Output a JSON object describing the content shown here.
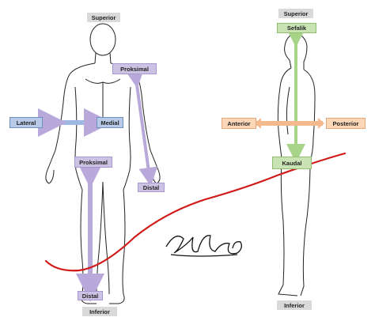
{
  "figure": {
    "front_view": {
      "superior": "Superior",
      "inferior": "Inferior",
      "proksimal_arm": "Proksimal",
      "distal_arm": "Distal",
      "lateral": "Lateral",
      "medial": "Medial",
      "proksimal_leg": "Proksimal",
      "distal_leg": "Distal"
    },
    "side_view": {
      "superior": "Superior",
      "sefalik": "Sefalik",
      "anterior": "Anterior",
      "posterior": "Posterior",
      "kaudal": "Kaudal",
      "inferior": "Inferior"
    },
    "colors": {
      "purple": "#ccc2e4",
      "blue": "#b7cbe8",
      "green": "#c9e3b5",
      "orange": "#fbd6b7",
      "grey": "#d9d9d9",
      "red_line": "#d11a1a"
    },
    "overlays": [
      "red-freehand-curve",
      "handwritten-signature"
    ]
  }
}
